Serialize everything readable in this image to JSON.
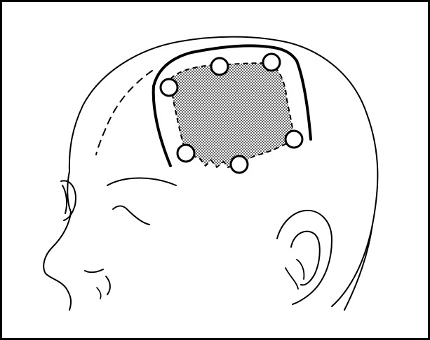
{
  "colors": {
    "ink": "#000000",
    "paper": "#ffffff",
    "stipple": "#000000"
  },
  "figure": {
    "subject": "head-profile-left",
    "features": [
      "cranial-window",
      "skin-flap-incision",
      "burr-holes",
      "ear",
      "eye",
      "nose"
    ]
  }
}
